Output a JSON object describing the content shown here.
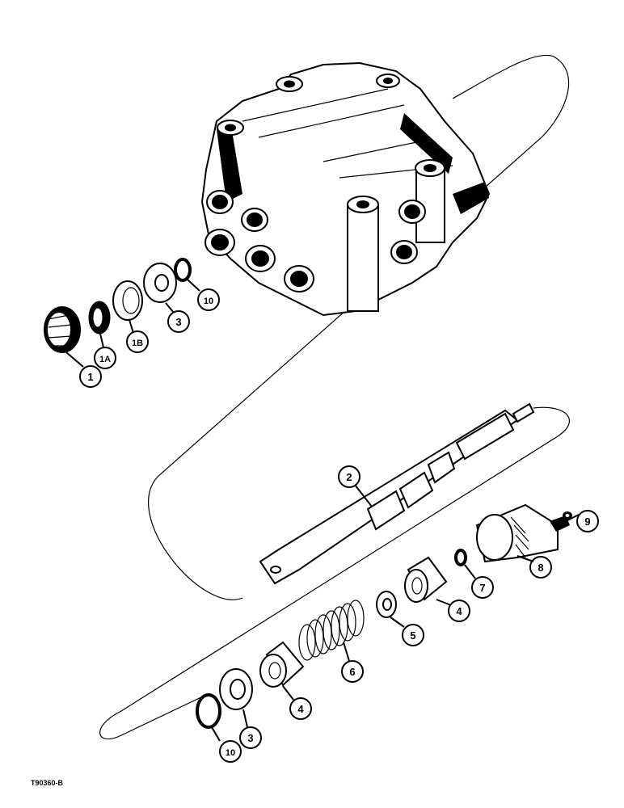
{
  "callouts": [
    {
      "id": "c1",
      "label": "1"
    },
    {
      "id": "c1a",
      "label": "1A"
    },
    {
      "id": "c1b",
      "label": "1B"
    },
    {
      "id": "c3a",
      "label": "3"
    },
    {
      "id": "c10a",
      "label": "10"
    },
    {
      "id": "c2",
      "label": "2"
    },
    {
      "id": "c9",
      "label": "9"
    },
    {
      "id": "c8",
      "label": "8"
    },
    {
      "id": "c7",
      "label": "7"
    },
    {
      "id": "c4a",
      "label": "4"
    },
    {
      "id": "c5",
      "label": "5"
    },
    {
      "id": "c6",
      "label": "6"
    },
    {
      "id": "c4b",
      "label": "4"
    },
    {
      "id": "c3b",
      "label": "3"
    },
    {
      "id": "c10b",
      "label": "10"
    }
  ],
  "figure_code": "T90360-B",
  "colors": {
    "ink": "#000000",
    "paper": "#ffffff"
  }
}
